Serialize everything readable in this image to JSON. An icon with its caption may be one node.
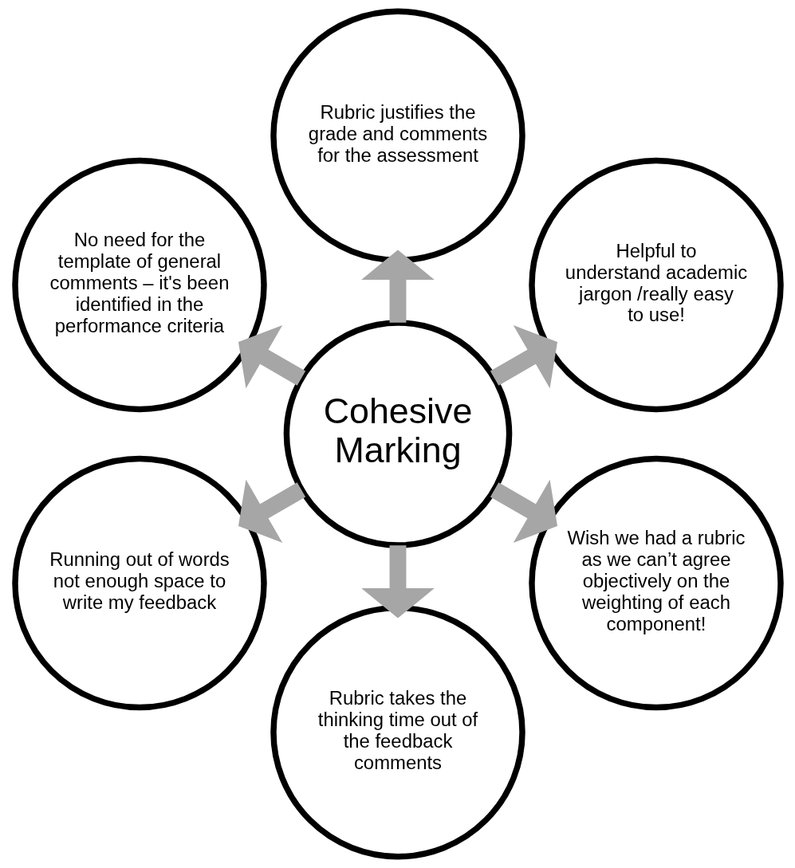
{
  "diagram": {
    "nodes": [
      {
        "text": [
          "Rubric justifies the grade and comments for the assessment"
        ]
      },
      {
        "text": [
          "No need for the template of general comments – it's been identified in the performance criteria"
        ]
      },
      {
        "text": [
          "Helpful to understand academic jargon /really easy to use!"
        ]
      },
      {
        "text": [
          "Cohesive Marking"
        ]
      },
      {
        "text": [
          "Running out of words not enough space to write my feedback"
        ]
      },
      {
        "text": [
          "Wish we had a rubric as we can’t agree objectively on the weighting of each component!"
        ]
      },
      {
        "text": [
          "Rubric takes the thinking time out of the feedback comments"
        ]
      }
    ],
    "edges": [
      {
        "from": 3,
        "to": 0,
        "arrow": "to"
      },
      {
        "from": 3,
        "to": 2,
        "arrow": "to"
      },
      {
        "from": 3,
        "to": 5,
        "arrow": "to"
      },
      {
        "from": 3,
        "to": 6,
        "arrow": "to"
      },
      {
        "from": 3,
        "to": 4,
        "arrow": "to"
      },
      {
        "from": 3,
        "to": 1,
        "arrow": "to"
      }
    ]
  }
}
